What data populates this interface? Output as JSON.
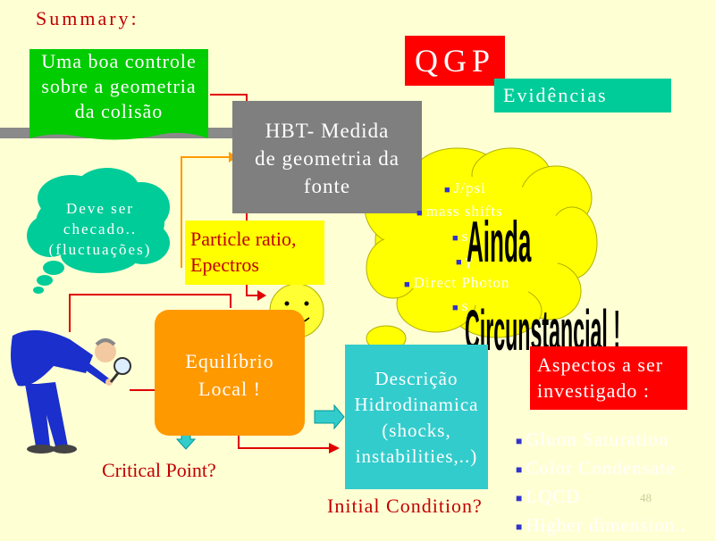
{
  "title": "Summary:",
  "qgp_label": "QGP",
  "evidencias_label": "Evidências",
  "geometry_box": [
    "Uma boa controle",
    "sobre a geometria",
    "da colisão"
  ],
  "hbt_box": [
    "HBT- Medida",
    "de geometria da",
    "fonte"
  ],
  "cloud_note": [
    "Deve ser",
    "checado..",
    "(fluctuações)"
  ],
  "particle_box": [
    "Particle ratio,",
    "Epectros"
  ],
  "equilibrio_box": [
    "Equilíbrio",
    "Local !"
  ],
  "descricao_box": [
    "Descrição",
    "Hidrodinamica",
    "(shocks,",
    "instabilities,..)"
  ],
  "aspectos_box": [
    "Aspectos a ser",
    "investigado :"
  ],
  "cloud_items": [
    "J/psi",
    "mass shifts",
    "s",
    "γ",
    "Direct Photon",
    "s"
  ],
  "cloud_overlay": [
    "Ainda",
    "Circunstancial !"
  ],
  "critical_point": "Critical Point?",
  "initial_condition": "Initial Condition?",
  "page_number": "48",
  "investigate_list": [
    "Gluon Saturation",
    "Color Condensate",
    "LQCD",
    "Higher dimension.."
  ],
  "colors": {
    "background": "#FFFFD4",
    "red_title": "#C00000",
    "qgp_box": "#FF0000",
    "evidencias_box": "#00CC99",
    "geometry_box": "#00CC00",
    "hbt_box": "#7F7F7F",
    "particle_box": "#FFFF00",
    "equilibrio_box": "#FF9900",
    "descricao_box": "#33CCCC",
    "thought_cloud": "#FFFF00",
    "note_cloud": "#00CC99"
  }
}
